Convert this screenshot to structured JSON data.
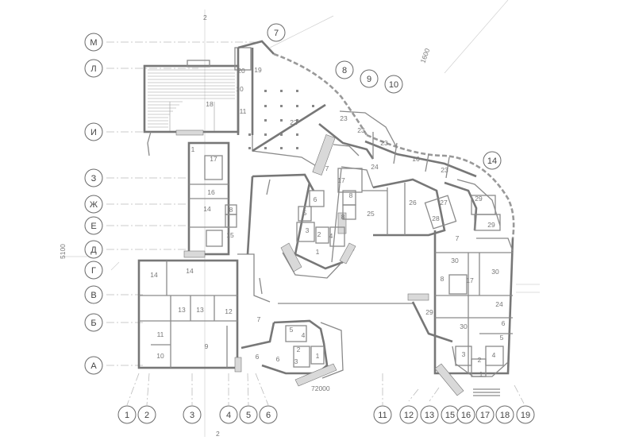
{
  "axes_letters": [
    "М",
    "Л",
    "И",
    "З",
    "Ж",
    "Е",
    "Д",
    "Г",
    "В",
    "Б",
    "А"
  ],
  "axes_numbers": [
    "1",
    "2",
    "3",
    "4",
    "5",
    "6",
    "11",
    "12",
    "13",
    "15",
    "16",
    "17",
    "18",
    "19"
  ],
  "axes_curve": [
    "7",
    "8",
    "9",
    "10",
    "14"
  ],
  "section_mark": "2",
  "dim_labels": [
    "1600",
    "72000",
    "5100"
  ],
  "rooms": [
    {
      "id": "r20",
      "label": "20"
    },
    {
      "id": "r19",
      "label": "19"
    },
    {
      "id": "r10a",
      "label": "10"
    },
    {
      "id": "r18",
      "label": "18"
    },
    {
      "id": "r11a",
      "label": "11"
    },
    {
      "id": "r22",
      "label": "22"
    },
    {
      "id": "r1a",
      "label": "1"
    },
    {
      "id": "r17a",
      "label": "17"
    },
    {
      "id": "r16a",
      "label": "16"
    },
    {
      "id": "r14a",
      "label": "14"
    },
    {
      "id": "r8a",
      "label": "8"
    },
    {
      "id": "r15",
      "label": "15"
    },
    {
      "id": "r14b",
      "label": "14"
    },
    {
      "id": "r14c",
      "label": "14"
    },
    {
      "id": "r13a",
      "label": "13"
    },
    {
      "id": "r13b",
      "label": "13"
    },
    {
      "id": "r12",
      "label": "12"
    },
    {
      "id": "r11b",
      "label": "11"
    },
    {
      "id": "r9",
      "label": "9"
    },
    {
      "id": "r10b",
      "label": "10"
    },
    {
      "id": "r7a",
      "label": "7"
    },
    {
      "id": "r6a",
      "label": "6"
    },
    {
      "id": "r6b",
      "label": "6"
    },
    {
      "id": "r5a",
      "label": "5"
    },
    {
      "id": "r4a",
      "label": "4"
    },
    {
      "id": "r2a",
      "label": "2"
    },
    {
      "id": "r3a",
      "label": "3"
    },
    {
      "id": "r1b",
      "label": "1"
    },
    {
      "id": "r23a",
      "label": "23"
    },
    {
      "id": "r23b",
      "label": "23"
    },
    {
      "id": "r23c",
      "label": "23"
    },
    {
      "id": "r23d",
      "label": "23"
    },
    {
      "id": "r24a",
      "label": "24"
    },
    {
      "id": "r16b",
      "label": "16"
    },
    {
      "id": "r7b",
      "label": "7"
    },
    {
      "id": "r17b",
      "label": "17"
    },
    {
      "id": "r6c",
      "label": "6"
    },
    {
      "id": "r8b",
      "label": "8"
    },
    {
      "id": "r5b",
      "label": "5"
    },
    {
      "id": "r8c",
      "label": "8"
    },
    {
      "id": "r25",
      "label": "25"
    },
    {
      "id": "r26",
      "label": "26"
    },
    {
      "id": "r3b",
      "label": "3"
    },
    {
      "id": "r2b",
      "label": "2"
    },
    {
      "id": "r4b",
      "label": "4"
    },
    {
      "id": "r1c",
      "label": "1"
    },
    {
      "id": "r27",
      "label": "27"
    },
    {
      "id": "r28",
      "label": "28"
    },
    {
      "id": "r29a",
      "label": "29"
    },
    {
      "id": "r29b",
      "label": "29"
    },
    {
      "id": "r7c",
      "label": "7"
    },
    {
      "id": "r30a",
      "label": "30"
    },
    {
      "id": "r30b",
      "label": "30"
    },
    {
      "id": "r8d",
      "label": "8"
    },
    {
      "id": "r17c",
      "label": "17"
    },
    {
      "id": "r24b",
      "label": "24"
    },
    {
      "id": "r29c",
      "label": "29"
    },
    {
      "id": "r30c",
      "label": "30"
    },
    {
      "id": "r6d",
      "label": "6"
    },
    {
      "id": "r5c",
      "label": "5"
    },
    {
      "id": "r3c",
      "label": "3"
    },
    {
      "id": "r2c",
      "label": "2"
    },
    {
      "id": "r4c",
      "label": "4"
    },
    {
      "id": "r1d",
      "label": "1"
    }
  ]
}
